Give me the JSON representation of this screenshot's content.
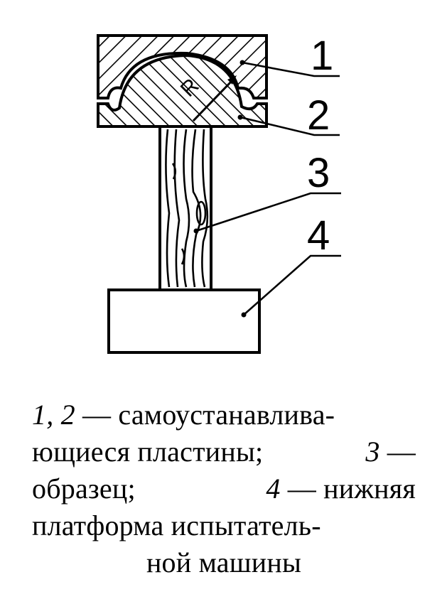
{
  "diagram": {
    "callouts": [
      "1",
      "2",
      "3",
      "4"
    ],
    "radius_label": "R"
  },
  "caption": {
    "line1": {
      "num": "1, 2",
      "text": "— самоустанавлива-"
    },
    "line2": {
      "text": "ющиеся пластины;",
      "num": "3",
      "dash": "—"
    },
    "line3": {
      "text1": "образец;",
      "num": "4",
      "text2": "— нижняя"
    },
    "line4": {
      "text": "платформа испытатель-"
    },
    "line5": {
      "text": "ной машины"
    }
  }
}
